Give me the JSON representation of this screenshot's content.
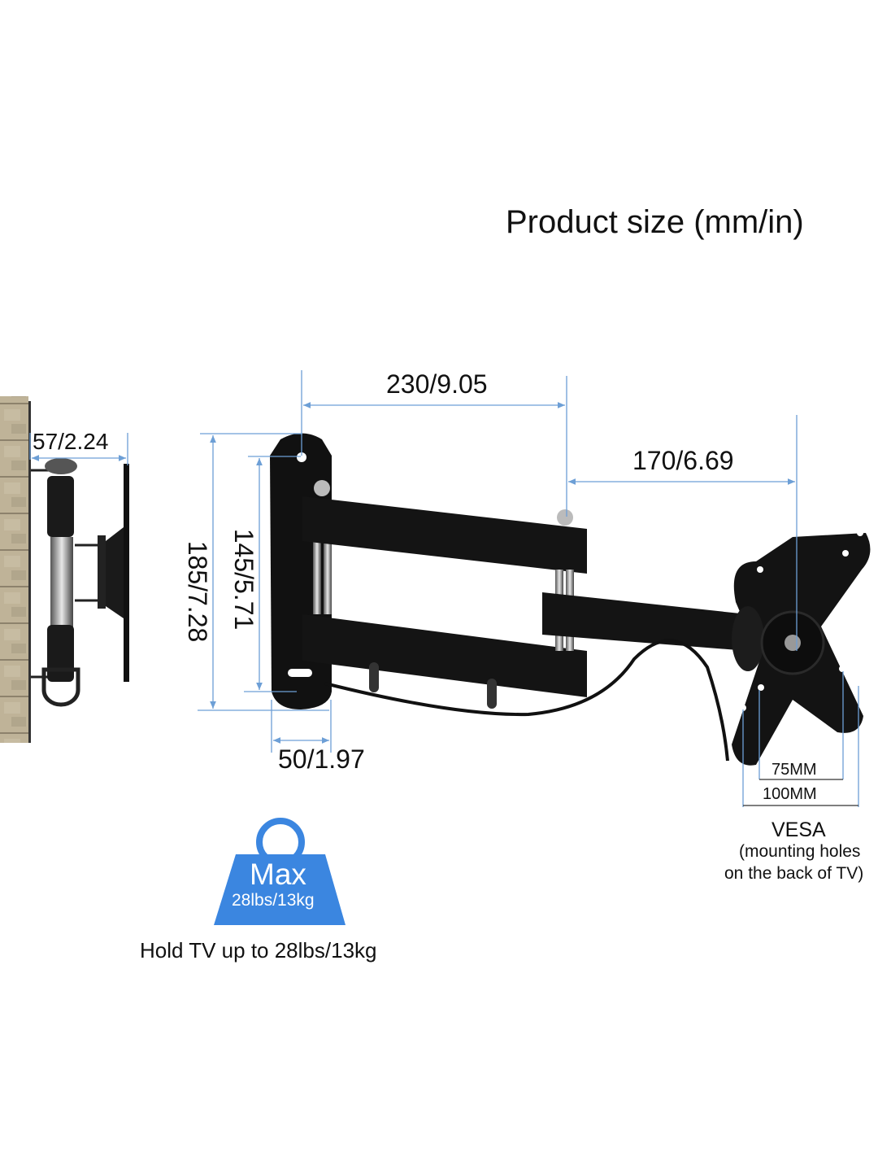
{
  "title": "Product size (mm/in)",
  "dimensions": {
    "arm_reach_first": "230/9.05",
    "arm_reach_second": "170/6.69",
    "profile_depth": "57/2.24",
    "plate_height": "185/7.28",
    "hole_spacing_vertical": "145/5.71",
    "plate_width": "50/1.97"
  },
  "vesa": {
    "small": "75MM",
    "large": "100MM",
    "label": "VESA",
    "note_line1": "(mounting holes",
    "note_line2": "on the back of TV)"
  },
  "weight": {
    "badge_top": "Max",
    "badge_bottom": "28lbs/13kg",
    "caption": "Hold TV up to 28lbs/13kg",
    "color": "#3b86e0"
  },
  "colors": {
    "dimension_line": "#6d9fd6",
    "metal": "#141414"
  }
}
